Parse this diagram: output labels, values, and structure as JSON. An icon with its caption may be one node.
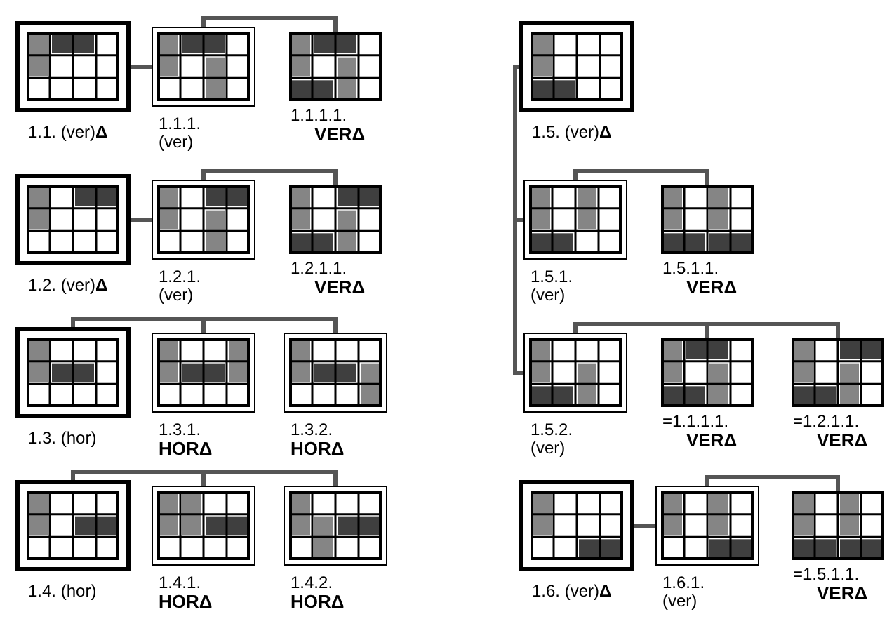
{
  "diagram": {
    "nodes": [
      {
        "text": [
          "1.1. (ver)**Δ**"
        ]
      },
      {
        "text": [
          "1.1.1. (ver)"
        ]
      },
      {
        "text": [
          "1.1.1.1.",
          "VERΔ"
        ]
      },
      {
        "text": [
          "1.2. (ver)**Δ**"
        ]
      },
      {
        "text": [
          "1.2.1. (ver)"
        ]
      },
      {
        "text": [
          "1.2.1.1.",
          "VERΔ"
        ]
      },
      {
        "text": [
          "1.3. (hor)"
        ]
      },
      {
        "text": [
          "1.3.1.",
          "HORΔ"
        ]
      },
      {
        "text": [
          "1.3.2.",
          "HORΔ"
        ]
      },
      {
        "text": [
          "1.4. (hor)"
        ]
      },
      {
        "text": [
          "1.4.1.",
          "HORΔ"
        ]
      },
      {
        "text": [
          "1.4.2.",
          "HORΔ"
        ]
      },
      {
        "text": [
          "1.5. (ver)**Δ**"
        ]
      },
      {
        "text": [
          "1.5.1. (ver)"
        ]
      },
      {
        "text": [
          "1.5.1.1.",
          "VERΔ"
        ]
      },
      {
        "text": [
          "1.5.2. (ver)"
        ]
      },
      {
        "text": [
          "=1.1.1.1.",
          "VERΔ"
        ]
      },
      {
        "text": [
          "=1.2.1.1.",
          "VERΔ"
        ]
      },
      {
        "text": [
          "1.6. (ver)**Δ**"
        ]
      },
      {
        "text": [
          "1.6.1. (ver)"
        ]
      },
      {
        "text": [
          "=1.5.1.1.",
          "VERΔ"
        ]
      }
    ],
    "edges": [
      {
        "from": 0,
        "to": 1,
        "arrow": "none"
      },
      {
        "from": 1,
        "to": 2,
        "arrow": "none"
      },
      {
        "from": 3,
        "to": 4,
        "arrow": "none"
      },
      {
        "from": 4,
        "to": 5,
        "arrow": "none"
      },
      {
        "from": 6,
        "to": 7,
        "arrow": "none"
      },
      {
        "from": 6,
        "to": 8,
        "arrow": "none"
      },
      {
        "from": 9,
        "to": 10,
        "arrow": "none"
      },
      {
        "from": 9,
        "to": 11,
        "arrow": "none"
      },
      {
        "from": 12,
        "to": 13,
        "arrow": "none"
      },
      {
        "from": 12,
        "to": 15,
        "arrow": "none"
      },
      {
        "from": 13,
        "to": 14,
        "arrow": "none"
      },
      {
        "from": 15,
        "to": 16,
        "arrow": "none"
      },
      {
        "from": 15,
        "to": 17,
        "arrow": "none"
      },
      {
        "from": 18,
        "to": 19,
        "arrow": "none"
      },
      {
        "from": 19,
        "to": 20,
        "arrow": "none"
      }
    ]
  }
}
